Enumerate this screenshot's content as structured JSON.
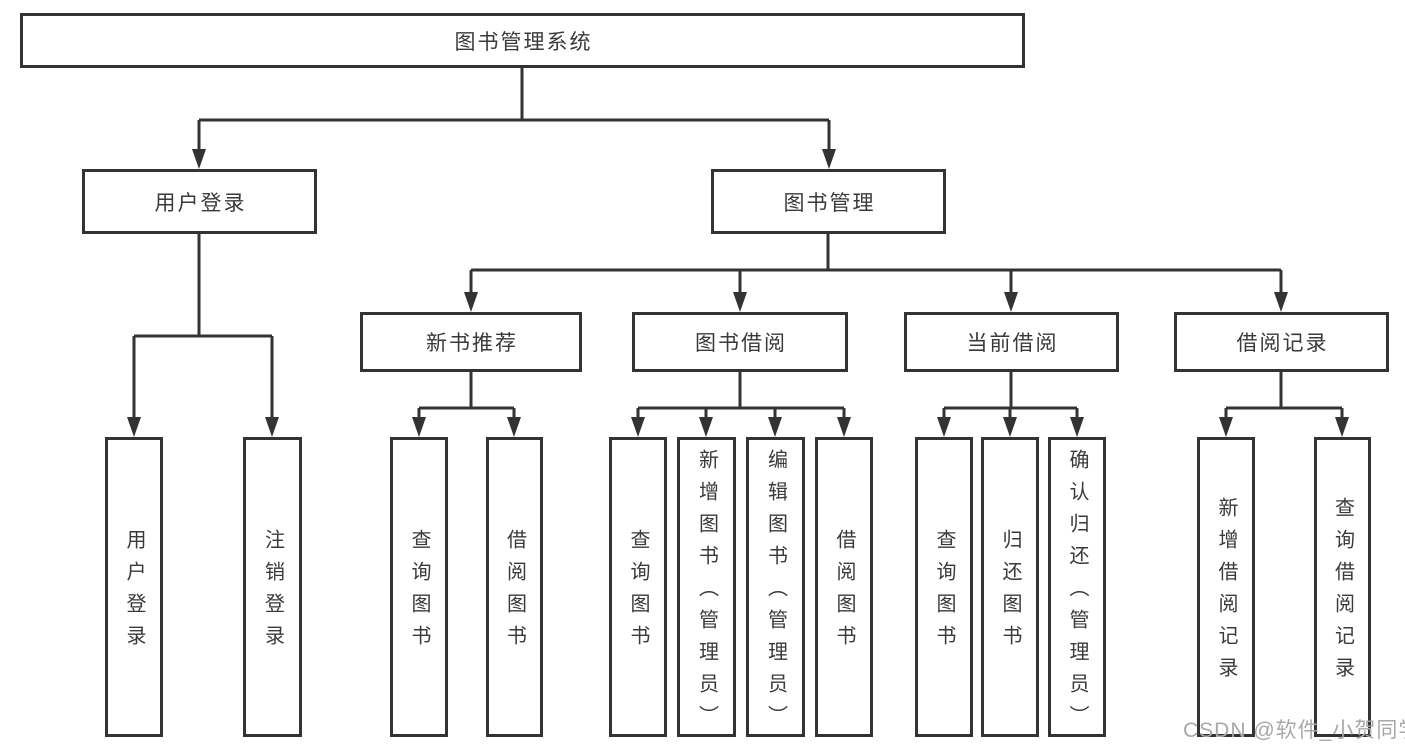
{
  "nodes": {
    "root": "图书管理系统",
    "user_login": "用户登录",
    "book_management": "图书管理",
    "new_book_recommend": "新书推荐",
    "book_borrow": "图书借阅",
    "current_borrow": "当前借阅",
    "borrow_records": "借阅记录",
    "leaf_user_login": "用户登录",
    "leaf_logout": "注销登录",
    "leaf_query_books_recommend": "查询图书",
    "leaf_borrow_books_recommend": "借阅图书",
    "leaf_query_books_borrow": "查询图书",
    "leaf_add_books_admin": "新增图书（管理员）",
    "leaf_edit_books_admin": "编辑图书（管理员）",
    "leaf_borrow_books_borrow": "借阅图书",
    "leaf_query_books_current": "查询图书",
    "leaf_return_books": "归还图书",
    "leaf_confirm_return_admin": "确认归还（管理员）",
    "leaf_add_borrow_record": "新增借阅记录",
    "leaf_query_borrow_record": "查询借阅记录"
  },
  "watermark": "CSDN @软件_小贺同学",
  "colors": {
    "line": "#333333",
    "text": "#3a3a3a",
    "background": "#ffffff",
    "watermark": "#a8a8a8"
  }
}
